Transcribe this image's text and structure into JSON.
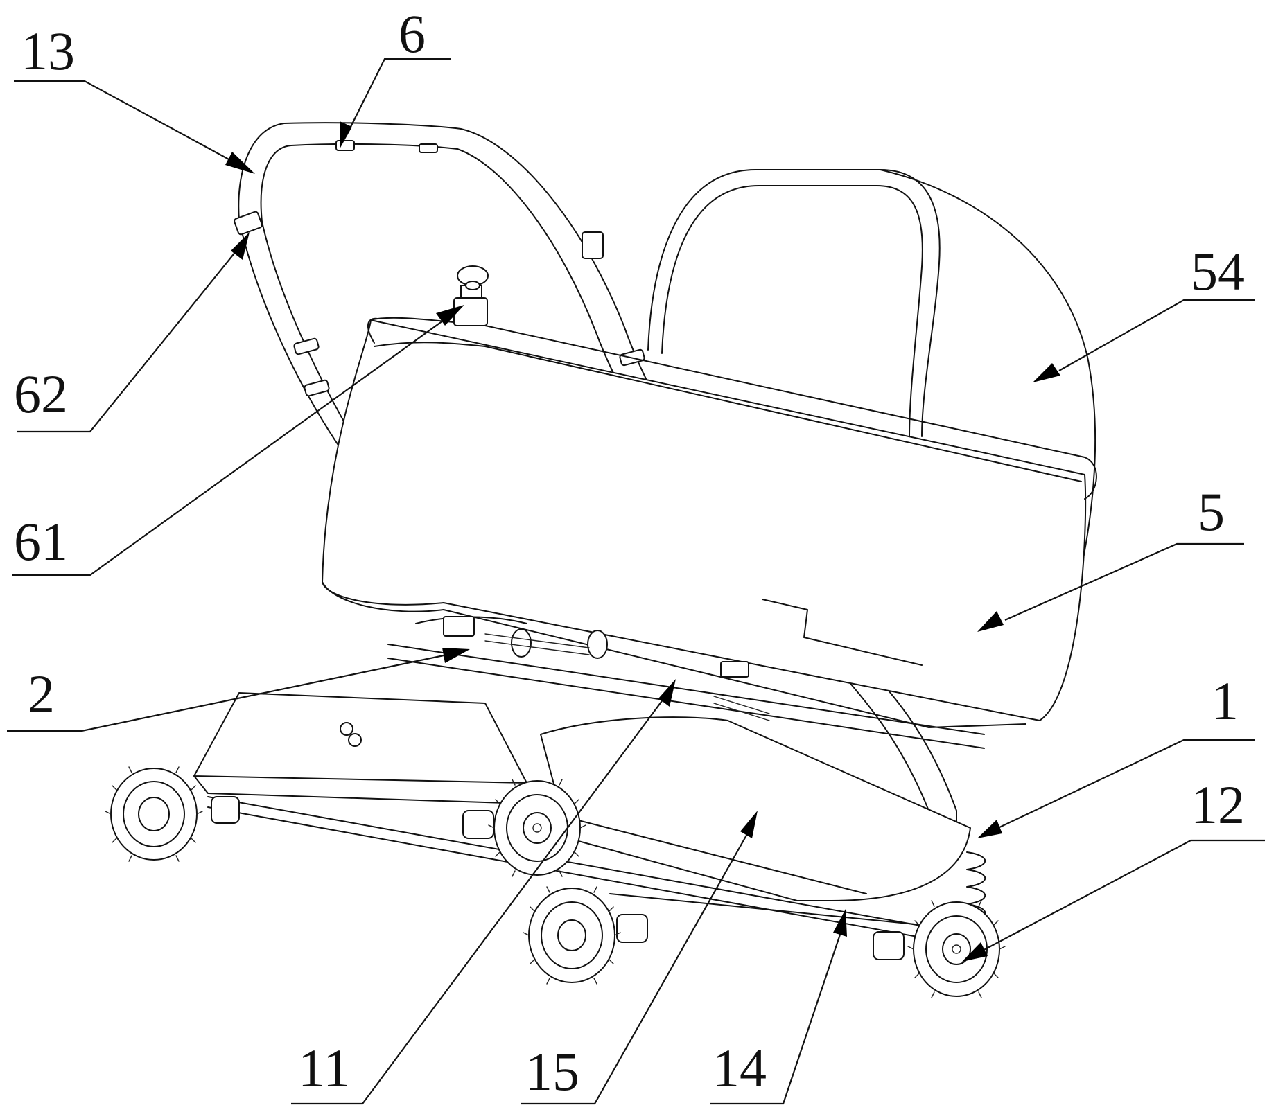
{
  "labels": {
    "r13": "13",
    "r6": "6",
    "r54": "54",
    "r62": "62",
    "r61": "61",
    "r5": "5",
    "r2": "2",
    "r1": "1",
    "r12": "12",
    "r11": "11",
    "r15": "15",
    "r14": "14"
  },
  "colors": {
    "line": "#111111",
    "background": "#ffffff"
  }
}
